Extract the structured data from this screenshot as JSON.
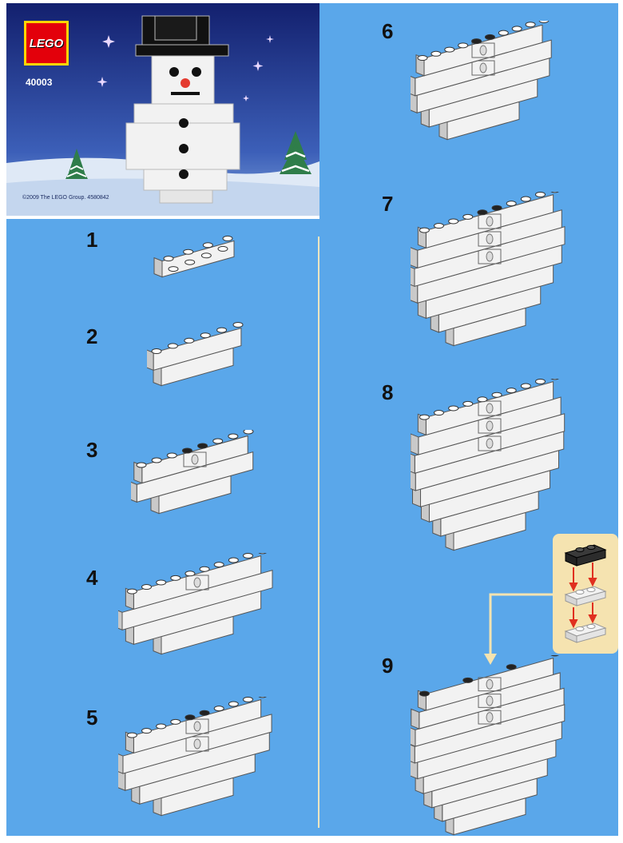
{
  "hero": {
    "logo_text": "LEGO",
    "set_number": "40003",
    "copyright": "©2009 The LEGO Group. 4580842"
  },
  "steps": [
    {
      "number": "1"
    },
    {
      "number": "2"
    },
    {
      "number": "3"
    },
    {
      "number": "4"
    },
    {
      "number": "5"
    },
    {
      "number": "6"
    },
    {
      "number": "7"
    },
    {
      "number": "8"
    },
    {
      "number": "9"
    }
  ],
  "colors": {
    "panel_blue": "#5aa7ea",
    "hero_sky": "#1c2f83",
    "brick_white": "#f2f2f2",
    "brick_shadow": "#c9c9c9",
    "stud_dark": "#222222",
    "callout_bg": "#f5e3b0",
    "arrow_red": "#e03020",
    "logo_red": "#e3000b"
  }
}
